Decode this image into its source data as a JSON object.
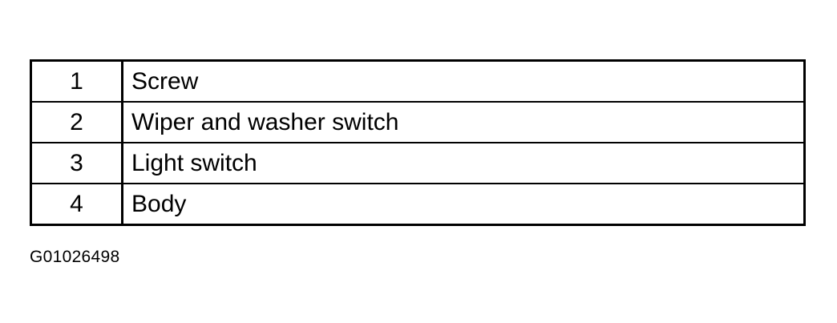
{
  "legend": {
    "rows": [
      {
        "number": "1",
        "label": "Screw"
      },
      {
        "number": "2",
        "label": "Wiper and washer switch"
      },
      {
        "number": "3",
        "label": "Light switch"
      },
      {
        "number": "4",
        "label": "Body"
      }
    ]
  },
  "figure_id": "G01026498"
}
